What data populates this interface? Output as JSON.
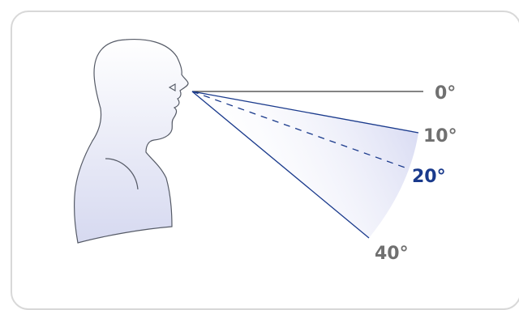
{
  "diagram": {
    "angles": [
      {
        "label": "0°",
        "highlighted": false
      },
      {
        "label": "10°",
        "highlighted": false
      },
      {
        "label": "20°",
        "highlighted": true
      },
      {
        "label": "40°",
        "highlighted": false
      }
    ],
    "colors": {
      "label_default": "#707070",
      "label_highlight": "#1a3a8c",
      "line_default": "#3a3a3a",
      "line_sight": "#1a3a8c",
      "figure_fill_top": "#ffffff",
      "figure_fill_bottom": "#d6d9f0",
      "field_fill": "#dcdff4"
    }
  }
}
